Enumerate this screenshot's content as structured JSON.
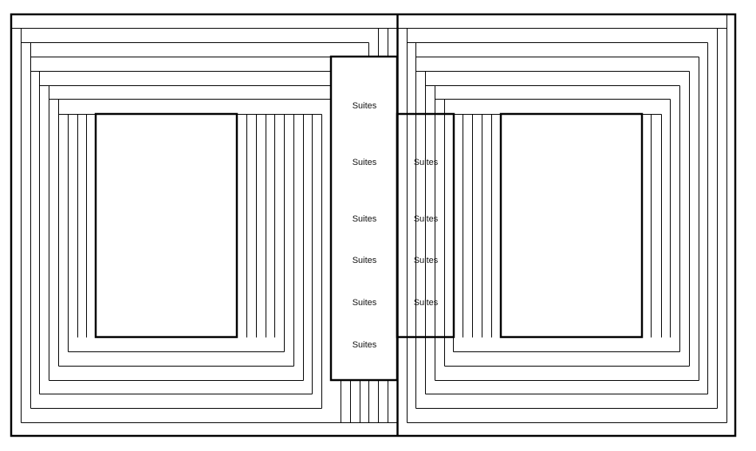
{
  "diagram": {
    "type": "floor-plan",
    "colors": {
      "line": "#000000",
      "background": "#ffffff"
    },
    "suites_center_column": [
      "Suites",
      "Suites",
      "Suites",
      "Suites",
      "Suites",
      "Suites"
    ],
    "suites_right_column": [
      "Suites",
      "Suites",
      "Suites",
      "Suites"
    ]
  }
}
